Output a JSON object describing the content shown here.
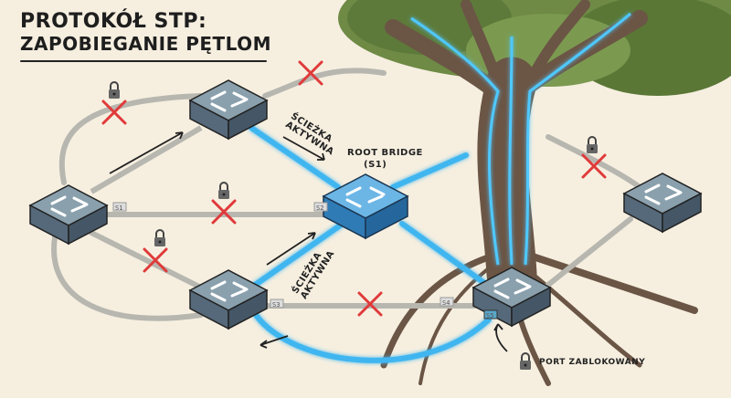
{
  "title": {
    "line1": "PROTOKÓŁ STP:",
    "line2": "ZAPOBIEGANIE PĘTLOM"
  },
  "labels": {
    "active_path_top": "ŚCIEŻKA AKTYWNA",
    "active_path_bottom": "ŚCIEŻKA AKTYWNA",
    "root_bridge": "ROOT BRIDGE",
    "root_bridge_id": "(S1)",
    "blocked_port": "PORT ZABLOKOWANY"
  },
  "ports": [
    "S1",
    "S2",
    "S3",
    "S4",
    "S5"
  ],
  "colors": {
    "background": "#f6efe0",
    "active_link": "#3fb6f0",
    "blocked": "#e03a3a",
    "switch": "#6f8593",
    "root_switch": "#3d8fc9",
    "trunk": "#6b5545",
    "canopy": "#5d7a3a"
  }
}
